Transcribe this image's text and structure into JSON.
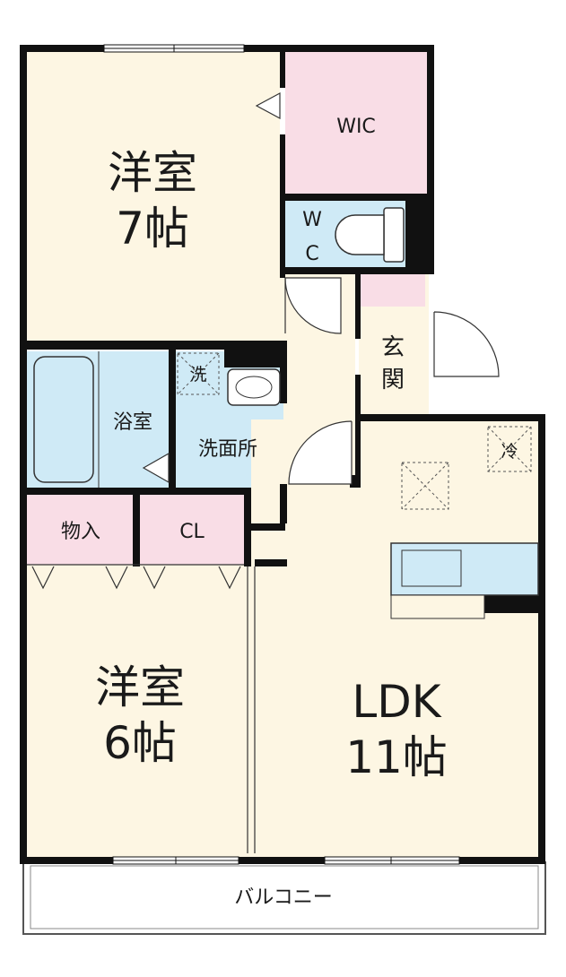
{
  "rooms": {
    "western_7": {
      "name": "洋室",
      "size": "7帖"
    },
    "wic": {
      "name": "WIC"
    },
    "wc": {
      "line1": "W",
      "line2": "C"
    },
    "entrance": {
      "line1": "玄",
      "line2": "関"
    },
    "bath": {
      "name": "浴室"
    },
    "washroom": {
      "name": "洗面所"
    },
    "washer": {
      "name": "洗"
    },
    "storage": {
      "name": "物入"
    },
    "closet": {
      "name": "CL"
    },
    "western_6": {
      "name": "洋室",
      "size": "6帖"
    },
    "ldk": {
      "name": "LDK",
      "size": "11帖"
    },
    "fridge": {
      "name": "冷"
    },
    "balcony": {
      "name": "バルコニー"
    }
  },
  "colors": {
    "room_fill": "#fdf6e3",
    "pink_fill": "#f9dde6",
    "blue_fill": "#cfeaf6",
    "wall": "#111111",
    "white": "#ffffff"
  }
}
